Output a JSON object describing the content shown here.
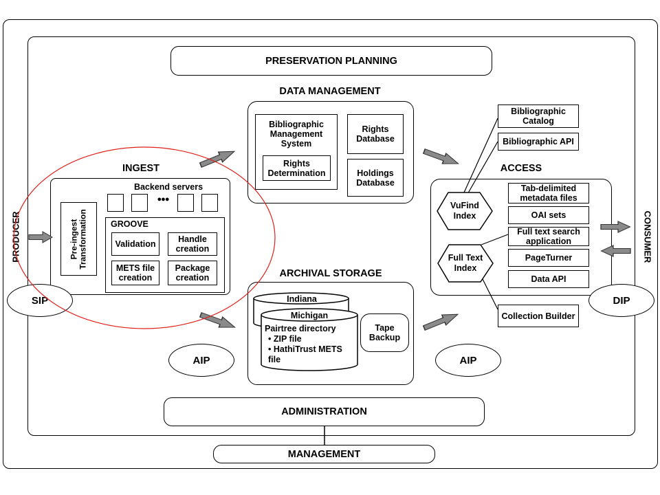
{
  "labels": {
    "producer": "PRODUCER",
    "consumer": "CONSUMER",
    "preservation_planning": "PRESERVATION PLANNING",
    "data_management": "DATA MANAGEMENT",
    "ingest": "INGEST",
    "access": "ACCESS",
    "archival_storage": "ARCHIVAL STORAGE",
    "administration": "ADMINISTRATION",
    "management": "MANAGEMENT"
  },
  "packages": {
    "sip": "SIP",
    "dip": "DIP",
    "aip_left": "AIP",
    "aip_right": "AIP"
  },
  "data_management": {
    "bib_system": "Bibliographic Management System",
    "rights_determination": "Rights Determination",
    "rights_database": "Rights Database",
    "holdings_database": "Holdings Database"
  },
  "ingest": {
    "pre_ingest": "Pre-ingest Transformation",
    "backend_servers": "Backend servers",
    "ellipsis": "●●●",
    "groove": "GROOVE",
    "validation": "Validation",
    "handle_creation": "Handle creation",
    "mets_creation": "METS file creation",
    "package_creation": "Package creation"
  },
  "archival_storage": {
    "indiana": "Indiana",
    "michigan": "Michigan",
    "pairtree": "Pairtree directory",
    "zip": "ZIP file",
    "mets": "HathiTrust METS file",
    "tape": "Tape Backup"
  },
  "access": {
    "bib_catalog": "Bibliographic Catalog",
    "bib_api": "Bibliographic API",
    "vufind": "VuFind Index",
    "fulltext_index": "Full Text Index",
    "tab_delimited": "Tab-delimited metadata files",
    "oai": "OAI sets",
    "fulltext_search": "Full text search application",
    "pageturner": "PageTurner",
    "data_api": "Data API",
    "collection_builder": "Collection Builder"
  },
  "colors": {
    "arrow_fill": "#8a8a8a",
    "highlight_circle": "#e0201b"
  }
}
